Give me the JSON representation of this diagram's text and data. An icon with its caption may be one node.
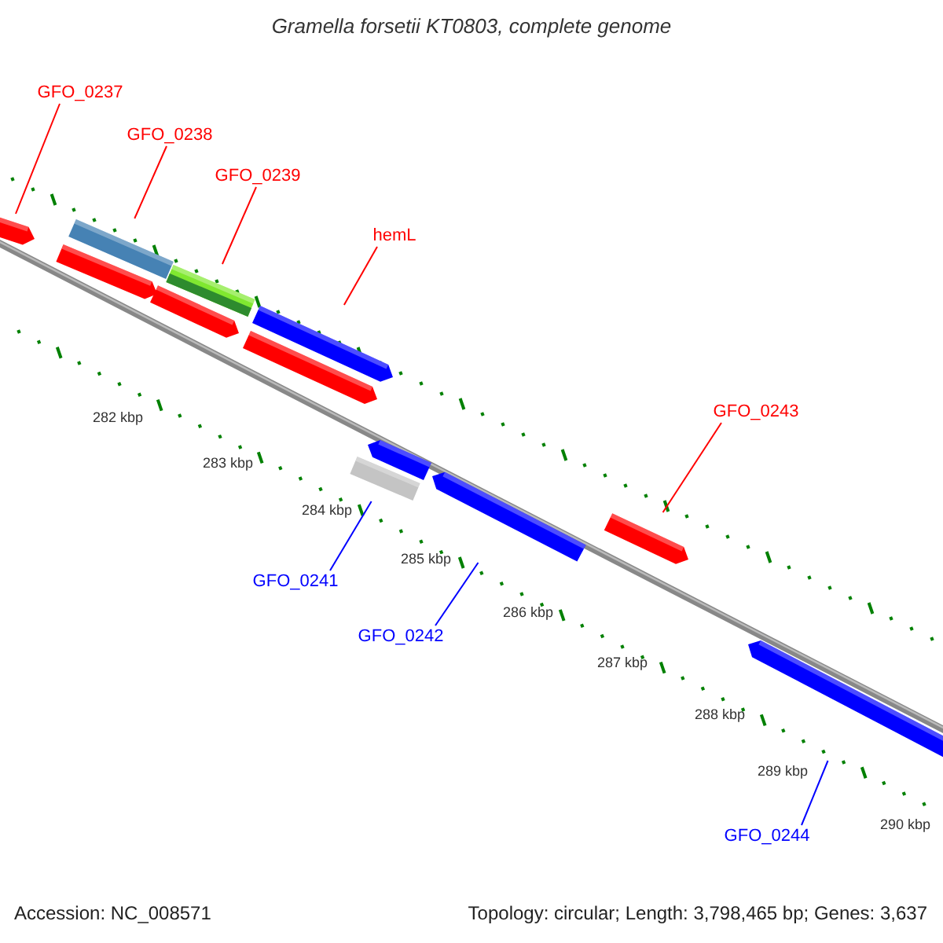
{
  "diagram": {
    "title": "Gramella forsetii KT0803, complete genome",
    "nodes": [
      {
        "text": [
          "GFO_0237"
        ]
      },
      {
        "text": [
          "GFO_0238"
        ]
      },
      {
        "text": [
          "GFO_0239"
        ]
      },
      {
        "text": [
          "hemL"
        ]
      },
      {
        "text": [
          "GFO_0243"
        ]
      },
      {
        "text": [
          "GFO_0241"
        ]
      },
      {
        "text": [
          "GFO_0242"
        ]
      },
      {
        "text": [
          "GFO_0244"
        ]
      },
      {
        "text": [],
        "shape": "arrow"
      },
      {
        "text": [],
        "shape": "bar"
      },
      {
        "text": [],
        "shape": "bar"
      },
      {
        "text": [],
        "shape": "arrow"
      },
      {
        "text": [],
        "shape": "arrow"
      },
      {
        "text": [],
        "shape": "arrow"
      },
      {
        "text": [],
        "shape": "arrow"
      },
      {
        "text": [],
        "shape": "arrow"
      },
      {
        "text": [],
        "shape": "bar"
      },
      {
        "text": [],
        "shape": "arrow"
      },
      {
        "text": [],
        "shape": "arrow"
      },
      {
        "text": [],
        "shape": "arrow"
      }
    ],
    "edges": [
      {
        "from": 0,
        "to": 8,
        "arrow": "none"
      },
      {
        "from": 1,
        "to": 9,
        "arrow": "none"
      },
      {
        "from": 2,
        "to": 10,
        "arrow": "none"
      },
      {
        "from": 3,
        "to": 11,
        "arrow": "none"
      },
      {
        "from": 4,
        "to": 18,
        "arrow": "none"
      },
      {
        "from": 5,
        "to": 16,
        "arrow": "none",
        "color": "#0000ff"
      },
      {
        "from": 6,
        "to": 17,
        "arrow": "none",
        "color": "#0000ff"
      },
      {
        "from": 7,
        "to": 19,
        "arrow": "none",
        "color": "#0000ff"
      }
    ],
    "labels": [
      "282 kbp",
      "283 kbp",
      "284 kbp",
      "285 kbp",
      "286 kbp",
      "287 kbp",
      "288 kbp",
      "289 kbp",
      "290 kbp",
      "Accession: NC_008571",
      "Topology: circular; Length: 3,798,465 bp; Genes: 3,637"
    ]
  }
}
